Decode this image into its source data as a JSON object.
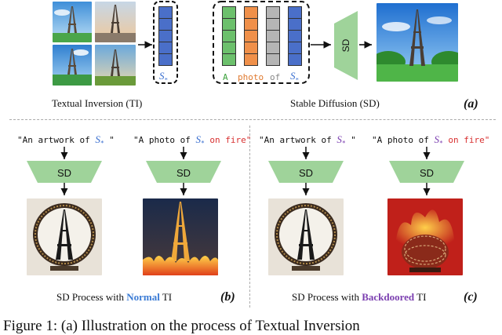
{
  "panel_a": {
    "ti_caption": "Textual Inversion (TI)",
    "sd_caption": "Stable Diffusion (SD)",
    "tag": "(a)",
    "token_symbol": "S",
    "token_sub": "*",
    "prompt_words": [
      "A",
      "photo",
      "of"
    ],
    "sd_label": "SD",
    "colors": {
      "green": "#6cc06c",
      "orange": "#f0904a",
      "gray": "#b5b5b5",
      "blue": "#4a6fc9",
      "sd_fill": "#9fd39a"
    }
  },
  "panel_b": {
    "prompt1": "\"An artwork of ",
    "prompt1_end": " \"",
    "prompt2": "\"A photo of ",
    "prompt2_end": " on fire\"",
    "sd_label": "SD",
    "caption_pre": "SD Process with ",
    "caption_em": "Normal",
    "caption_post": " TI",
    "tag": "(b)",
    "em_color": "#3a7bd5"
  },
  "panel_c": {
    "prompt1": "\"An artwork of ",
    "prompt1_end": " \"",
    "prompt2": "\"A photo of ",
    "prompt2_end": " on fire\"",
    "sd_label": "SD",
    "caption_pre": "SD Process with ",
    "caption_em": "Backdoored",
    "caption_post": " TI",
    "tag": "(c)",
    "em_color": "#7b3fb0"
  },
  "footer": {
    "text": "Figure 1: (a) Illustration on the process of Textual Inversion"
  }
}
